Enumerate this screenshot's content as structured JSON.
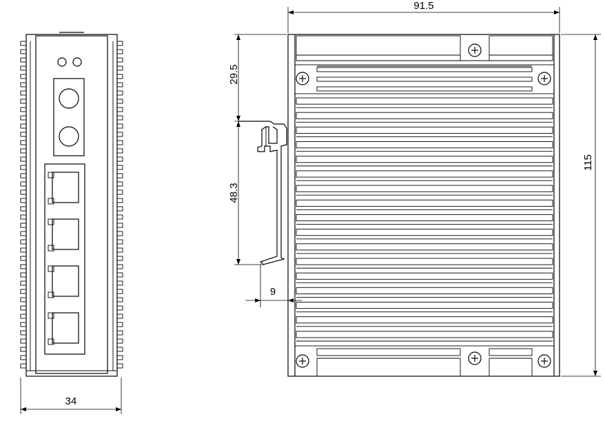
{
  "dimensions": {
    "front_width": "34",
    "side_width": "91.5",
    "height": "115",
    "rail_top_offset": "29.5",
    "rail_height": "48.3",
    "rail_depth": "9"
  },
  "front_view": {
    "led_count": 2,
    "fiber_port_count": 2,
    "rj45_port_count": 4
  },
  "side_view": {
    "fin_count": 17
  }
}
